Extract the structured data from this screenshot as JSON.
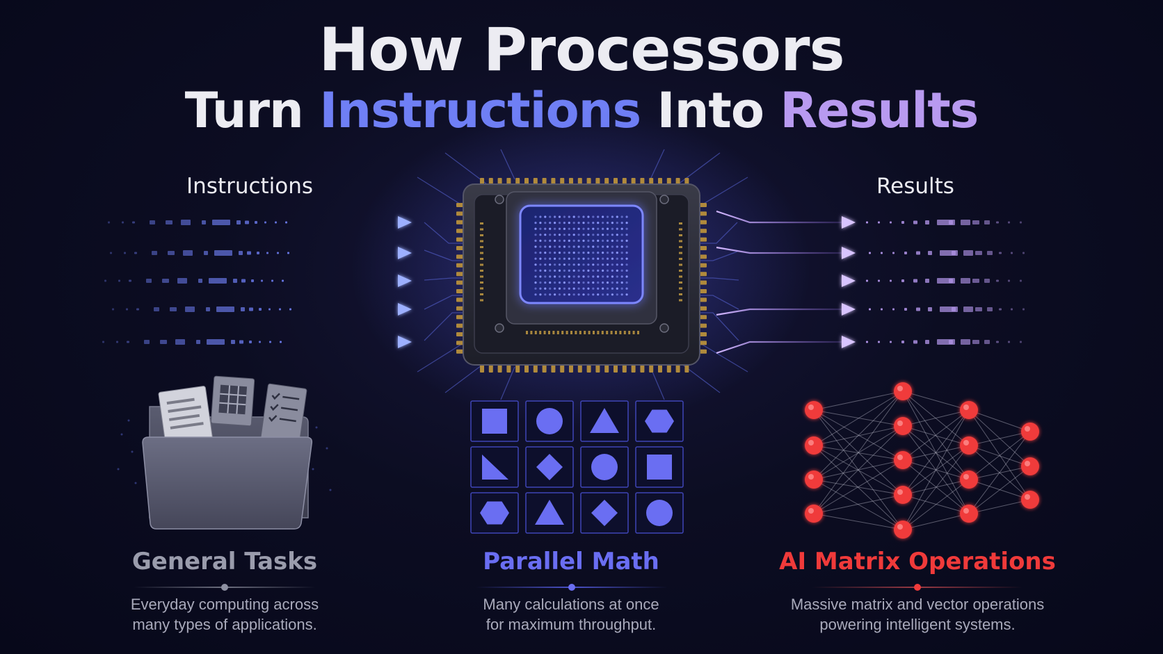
{
  "title": {
    "line1": "How Processors",
    "line2_prefix": "Turn ",
    "line2_highlight1": "Instructions",
    "line2_middle": " Into ",
    "line2_highlight2": "Results"
  },
  "labels": {
    "left": "Instructions",
    "right": "Results"
  },
  "panels": [
    {
      "title": "General Tasks",
      "description_line1": "Everyday computing across",
      "description_line2": "many types of applications.",
      "icon": "folder-documents-icon"
    },
    {
      "title": "Parallel Math",
      "description_line1": "Many calculations at once",
      "description_line2": "for maximum throughput.",
      "icon": "shape-grid-icon"
    },
    {
      "title": "AI Matrix Operations",
      "description_line1": "Massive matrix and vector operations",
      "description_line2": "powering intelligent systems.",
      "icon": "neural-network-icon"
    }
  ],
  "colors": {
    "background": "#0b0c20",
    "title_text": "#ececf2",
    "instructions_blue": "#6f7ff5",
    "results_purple": "#b89af0",
    "general_gray": "#9a9cac",
    "parallel_blue": "#6a6ef2",
    "ai_red": "#f03a3a",
    "desc_text": "#a9aabb"
  },
  "shape_grid": [
    [
      "square",
      "circle",
      "triangle",
      "hexagon"
    ],
    [
      "right-triangle",
      "diamond",
      "circle",
      "square"
    ],
    [
      "hexagon",
      "triangle",
      "diamond",
      "circle"
    ]
  ],
  "neural_network_layers": [
    4,
    5,
    4,
    3
  ]
}
